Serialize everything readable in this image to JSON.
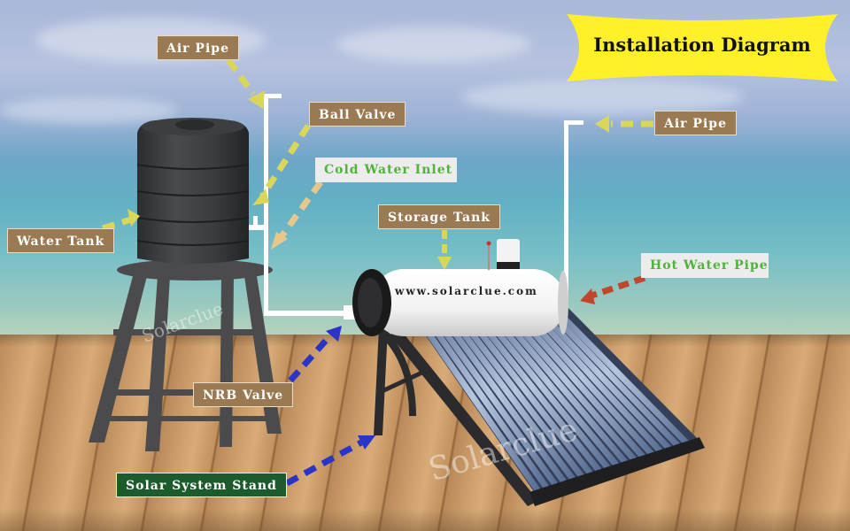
{
  "title": "Installation Diagram",
  "labels": {
    "air_pipe_left": "Air Pipe",
    "ball_valve": "Ball Valve",
    "cold_water_inlet": "Cold Water Inlet",
    "water_tank": "Water Tank",
    "storage_tank": "Storage Tank",
    "air_pipe_right": "Air Pipe",
    "hot_water_pipe": "Hot Water Pipe",
    "nrb_valve": "NRB Valve",
    "solar_system_stand": "Solar System Stand"
  },
  "product_text": "www.solarclue.com",
  "watermarks": [
    "Solarclue",
    "Solarclue"
  ],
  "colors": {
    "banner_yellow": "#fff02a",
    "label_brown": "#9a7a53",
    "label_green_text": "#4fb43a",
    "label_dark_green": "#1b5b2c",
    "arrow_yellow": "#d9d65a",
    "arrow_tan": "#e8c88a",
    "arrow_red": "#c0472b",
    "arrow_blue": "#2a35c8"
  }
}
